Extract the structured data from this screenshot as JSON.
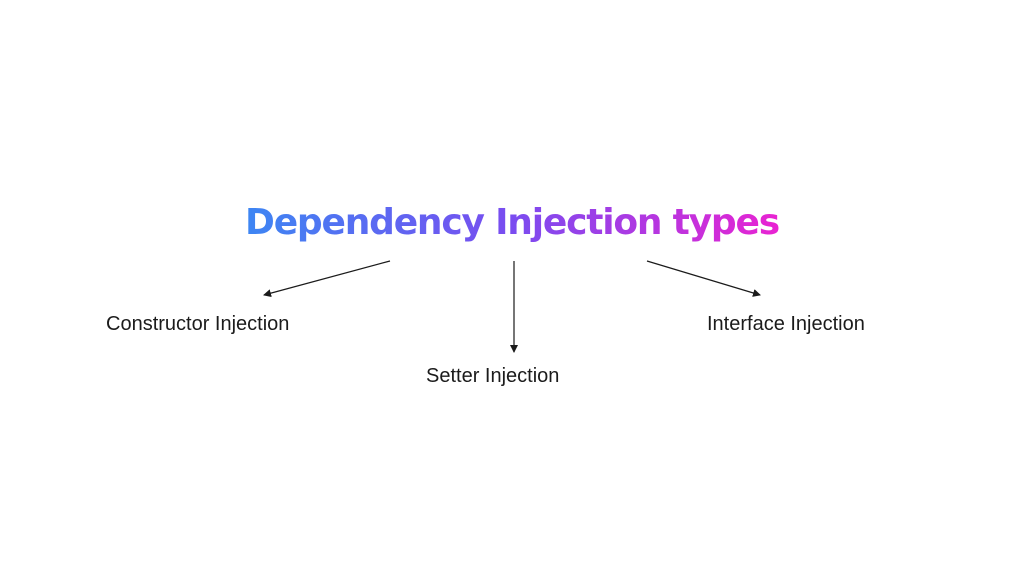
{
  "diagram": {
    "title": "Dependency Injection types",
    "title_gradient": [
      "#3d86f3",
      "#7a4cf0",
      "#e923d2"
    ],
    "nodes": [
      {
        "id": "constructor",
        "label": "Constructor Injection"
      },
      {
        "id": "setter",
        "label": "Setter Injection"
      },
      {
        "id": "interface",
        "label": "Interface Injection"
      }
    ],
    "edges": [
      {
        "from": "title",
        "to": "constructor"
      },
      {
        "from": "title",
        "to": "setter"
      },
      {
        "from": "title",
        "to": "interface"
      }
    ],
    "arrow_color": "#1b1b1b"
  }
}
